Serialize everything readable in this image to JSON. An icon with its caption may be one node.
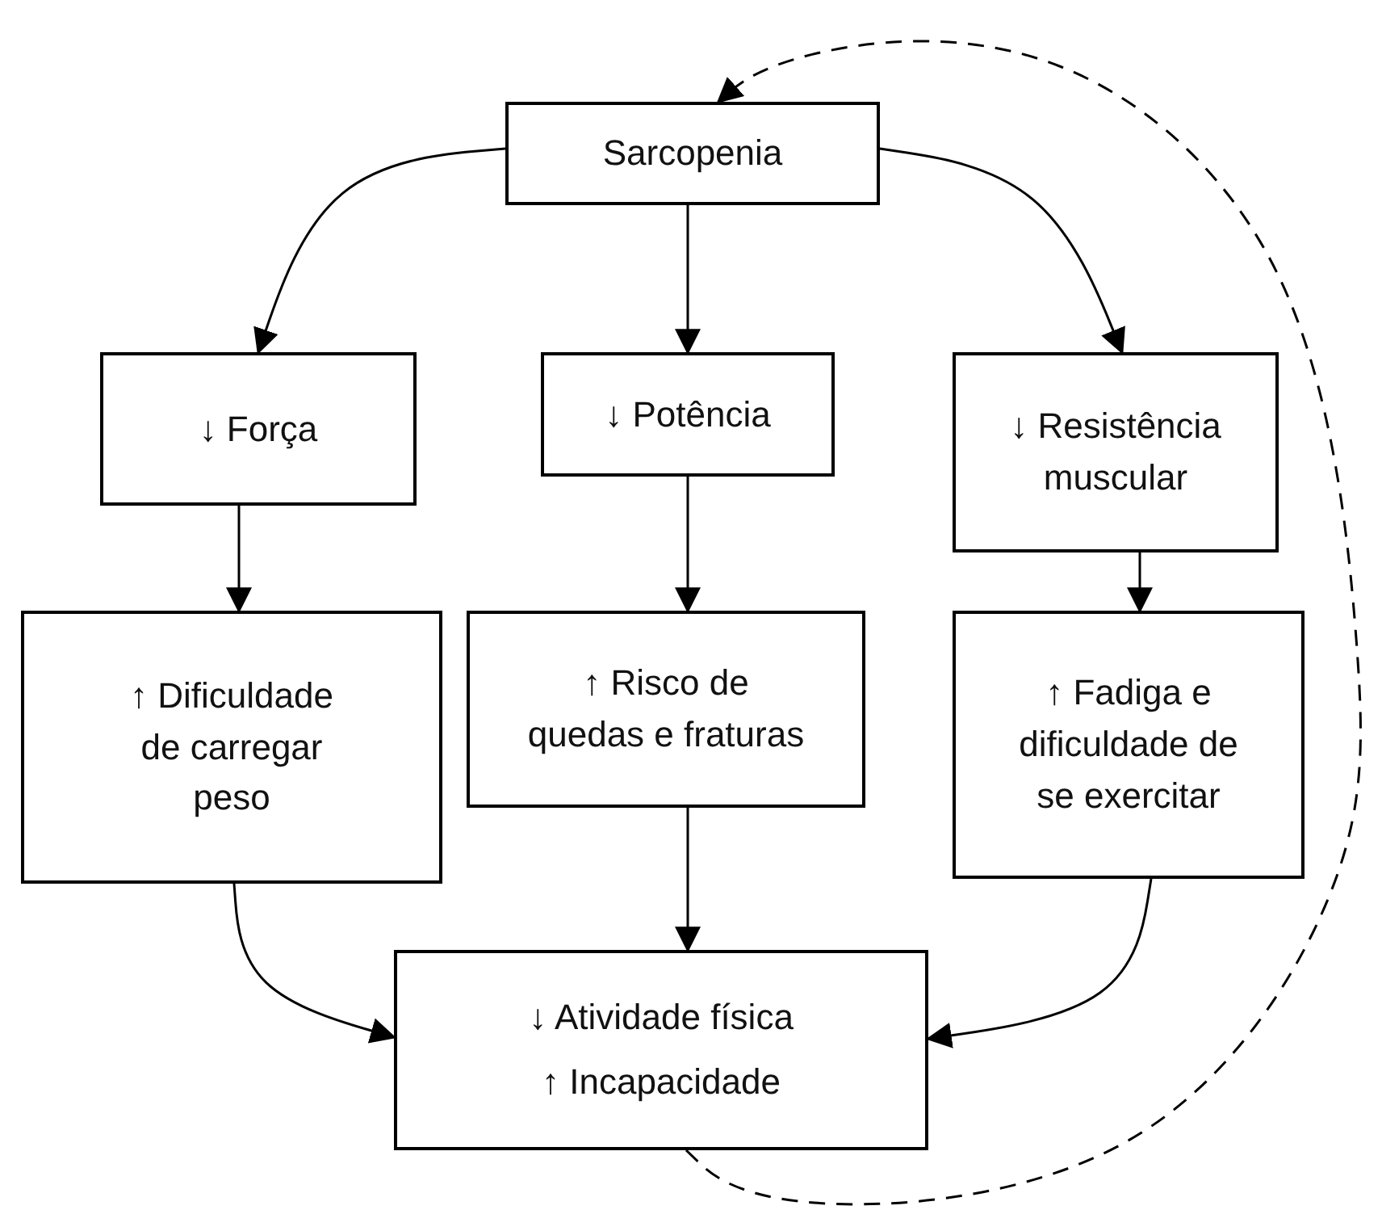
{
  "diagram": {
    "nodes": [
      {
        "text": [
          "Sarcopenia"
        ]
      },
      {
        "text": [
          "↓ Força"
        ]
      },
      {
        "text": [
          "↓ Potência"
        ]
      },
      {
        "text": [
          "↓ Resistência muscular"
        ]
      },
      {
        "text": [
          "↑ Dificuldade de carregar peso"
        ]
      },
      {
        "text": [
          "↑ Risco de quedas e fraturas"
        ]
      },
      {
        "text": [
          "↑ Fadiga e dificuldade de se exercitar"
        ]
      },
      {
        "text": [
          "↓ Atividade física",
          "↑ Incapacidade"
        ]
      }
    ],
    "edges": [
      {
        "from": 0,
        "to": 1,
        "arrow": "to"
      },
      {
        "from": 0,
        "to": 2,
        "arrow": "to"
      },
      {
        "from": 0,
        "to": 3,
        "arrow": "to"
      },
      {
        "from": 1,
        "to": 4,
        "arrow": "to"
      },
      {
        "from": 2,
        "to": 5,
        "arrow": "to"
      },
      {
        "from": 3,
        "to": 6,
        "arrow": "to"
      },
      {
        "from": 4,
        "to": 7,
        "arrow": "to"
      },
      {
        "from": 5,
        "to": 7,
        "arrow": "to"
      },
      {
        "from": 6,
        "to": 7,
        "arrow": "to"
      },
      {
        "from": 7,
        "to": 0,
        "arrow": "to",
        "style": "dashed"
      }
    ]
  }
}
